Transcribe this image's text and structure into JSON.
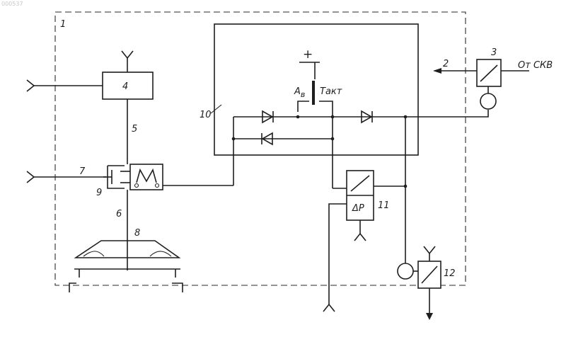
{
  "watermark": "000537",
  "labels": {
    "n1": "1",
    "n2": "2",
    "n3": "3",
    "n4": "4",
    "n5": "5",
    "n6": "6",
    "n7": "7",
    "n8": "8",
    "n9": "9",
    "n10": "10",
    "n11": "11",
    "n12": "12",
    "plus": "+",
    "av_main": "A",
    "av_sub": "в",
    "takt": "Такт",
    "from_skv": "От СКВ",
    "delta_p": "ΔP"
  },
  "colors": {
    "ink": "#1e1e1e",
    "paper": "#ffffff"
  }
}
